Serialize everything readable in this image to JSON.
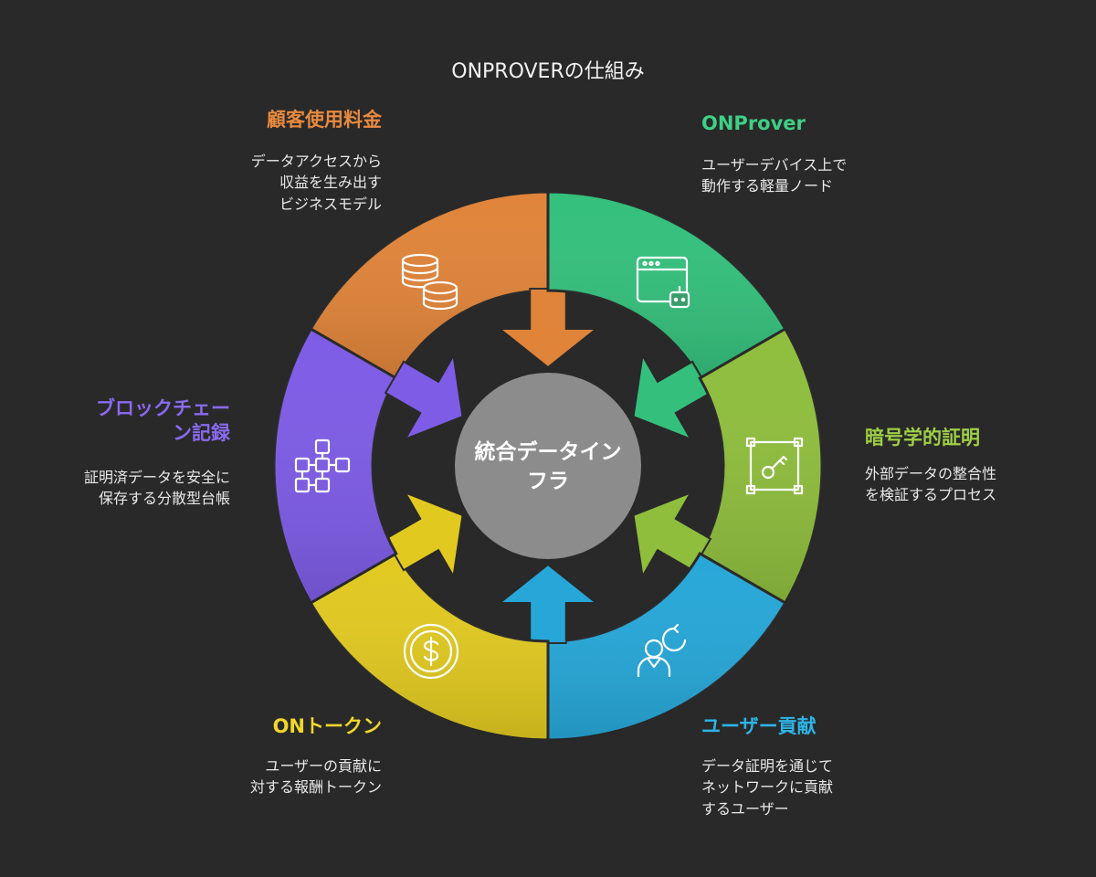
{
  "title": "ONPROVERの仕組み",
  "center_label": "統合データイン\nフラ",
  "center_color": "#8c8c8c",
  "segments": [
    {
      "id": "customer-fees",
      "name": "顧客使用料金",
      "desc": "データアクセスから\n収益を生み出す\nビジネスモデル",
      "color": "#e0843a",
      "icon": "coins-icon"
    },
    {
      "id": "onprover",
      "name": "ONProver",
      "desc": "ユーザーデバイス上で\n動作する軽量ノード",
      "color": "#34c07c",
      "icon": "browser-bot-icon"
    },
    {
      "id": "crypto-proof",
      "name": "暗号学的証明",
      "desc": "外部データの整合性\nを検証するプロセス",
      "color": "#8fbe3d",
      "icon": "key-frame-icon"
    },
    {
      "id": "user-contribution",
      "name": "ユーザー貢献",
      "desc": "データ証明を通じて\nネットワークに貢献\nするユーザー",
      "color": "#27a7d8",
      "icon": "user-refresh-icon"
    },
    {
      "id": "on-token",
      "name": "ONトークン",
      "desc": "ユーザーの貢献に\n対する報酬トークン",
      "color": "#e1c920",
      "icon": "dollar-coin-icon"
    },
    {
      "id": "blockchain",
      "name": "ブロックチェー\nン記録",
      "desc": "証明済データを安全に\n保存する分散型台帳",
      "color": "#7e5ce6",
      "icon": "blocks-icon"
    }
  ]
}
